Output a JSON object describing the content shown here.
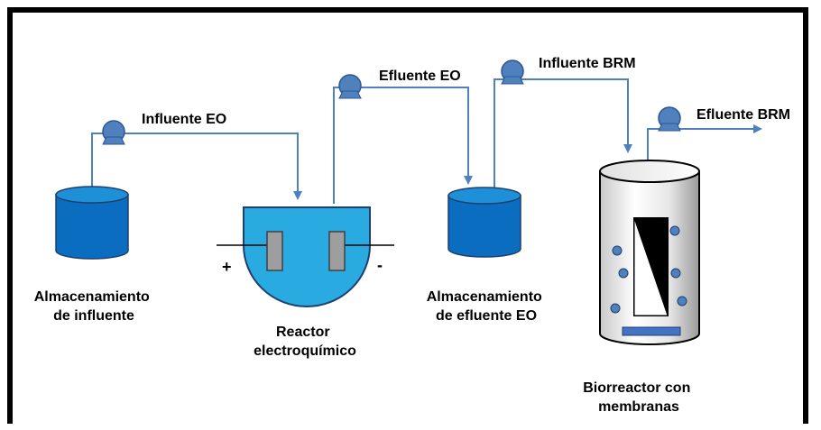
{
  "labels": {
    "influente_eo": "Influente EO",
    "efluente_eo": "Efluente EO",
    "influente_brm": "Influente BRM",
    "efluente_brm": "Efluente BRM",
    "storage_in_1": "Almacenamiento",
    "storage_in_2": "de influente",
    "reactor_1": "Reactor",
    "reactor_2": "electroquímico",
    "storage_out_1": "Almacenamiento",
    "storage_out_2": "de efluente EO",
    "mbr_1": "Biorreactor con",
    "mbr_2": "membranas",
    "plus": "+",
    "minus": "-"
  },
  "colors": {
    "pipe": "#4f81bd",
    "tank_fill": "#0b6dbf",
    "tank_top": "#1e90d8",
    "tank_stroke": "#1f3f6e",
    "reactor_fill": "#29abe2",
    "pump": "#4f81bd",
    "bubble": "#4f81bd",
    "diffuser": "#4472c4",
    "electrode": "#9e9e9e"
  }
}
